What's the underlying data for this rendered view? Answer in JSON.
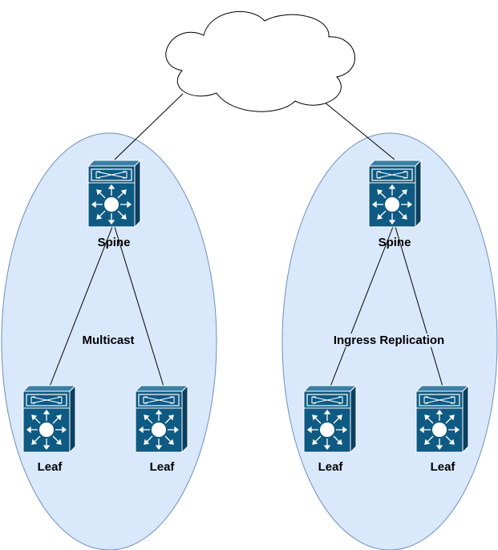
{
  "colors": {
    "zone_fill": "#dae8fc",
    "zone_stroke": "#6c8ebf",
    "switch_top": "#3a7fa5",
    "switch_front": "#0e5a83",
    "switch_side": "#0a3f5f",
    "cloud_fill": "#ffffff",
    "cloud_stroke": "#000000",
    "link": "#000000"
  },
  "cloud": {
    "icon": "cloud-icon",
    "label": ""
  },
  "zones": [
    {
      "spine_label": "Spine",
      "link_label": "Multicast",
      "leaves": [
        {
          "label": "Leaf"
        },
        {
          "label": "Leaf"
        }
      ]
    },
    {
      "spine_label": "Spine",
      "link_label": "Ingress Replication",
      "leaves": [
        {
          "label": "Leaf"
        },
        {
          "label": "Leaf"
        }
      ]
    }
  ],
  "switch_icon": "layer3-switch-icon"
}
